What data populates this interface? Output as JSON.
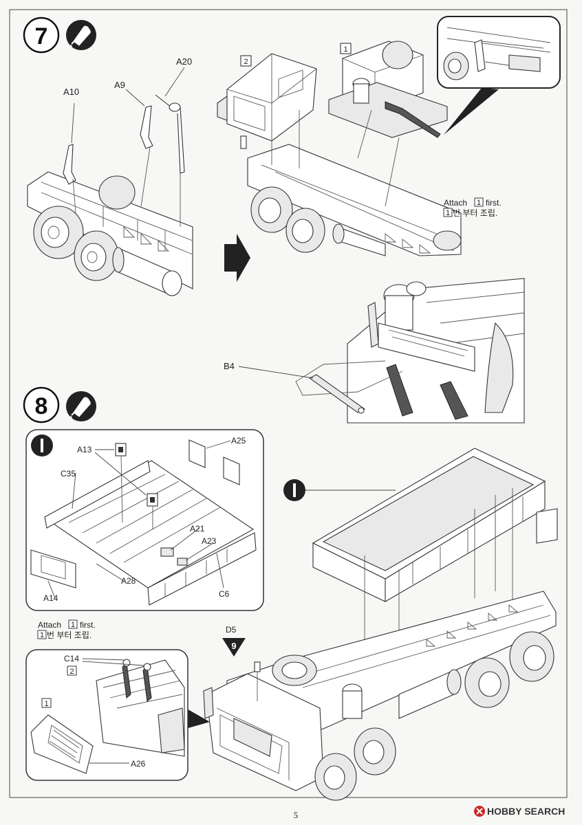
{
  "page": {
    "page_number": "5",
    "background_color": "#f7f7f5",
    "watermark": {
      "brand": "HOBBY SEARCH",
      "icon": "hobbysearch-logo-icon"
    }
  },
  "step7": {
    "number": "7",
    "icon": "glue-bottle-icon",
    "part_labels": {
      "a10": "A10",
      "a9": "A9",
      "a20": "A20",
      "b4": "B4"
    },
    "subassembly_refs": {
      "cab": "2",
      "engine": "1"
    },
    "note": {
      "line1": "Attach",
      "ref": "1",
      "line1_end": "first.",
      "line2_ref": "1",
      "line2": "번 부터 조립."
    },
    "arrow_icon": "next-arrow-icon"
  },
  "step8": {
    "number": "8",
    "icon": "glue-bottle-icon",
    "subassembly_marker": "I",
    "inset_part_labels": {
      "a13": "A13",
      "a25": "A25",
      "c35": "C35",
      "a21": "A21",
      "a23": "A23",
      "a28": "A28",
      "a14": "A14",
      "c6": "C6"
    },
    "note": {
      "line1": "Attach",
      "ref": "1",
      "line1_end": "first.",
      "line2_ref": "1",
      "line2": "번 부터 조립."
    },
    "lower_inset": {
      "c14": "C14",
      "ref2": "2",
      "ref1": "1",
      "a26": "A26"
    },
    "main_labels": {
      "d5": "D5",
      "d5_ref": "9"
    }
  }
}
